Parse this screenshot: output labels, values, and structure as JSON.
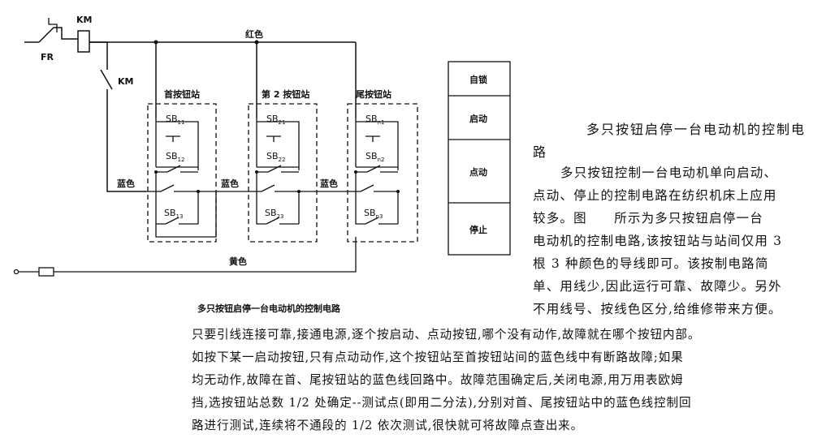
{
  "diagram": {
    "labels": {
      "fr": "FR",
      "km_coil": "KM",
      "km_contact": "KM",
      "red_wire": "红色",
      "blue_wire_left": "蓝色",
      "blue_wire_mid1": "蓝色",
      "blue_wire_mid2": "蓝色",
      "yellow_wire": "黄色"
    },
    "stations": [
      {
        "title": "首按钮站",
        "sb1": "SB",
        "sb1_sub": "11",
        "sb2": "SB",
        "sb2_sub": "12",
        "sb3": "SB",
        "sb3_sub": "13"
      },
      {
        "title": "第 2 按钮站",
        "sb1": "SB",
        "sb1_sub": "21",
        "sb2": "SB",
        "sb2_sub": "22",
        "sb3": "SB",
        "sb3_sub": "23"
      },
      {
        "title": "尾按钮站",
        "sb1": "SB",
        "sb1_sub": "n1",
        "sb2": "SB",
        "sb2_sub": "n2",
        "sb3": "SB",
        "sb3_sub": "n3"
      }
    ],
    "caption": "多只按钮启停一台电动机的控制电路"
  },
  "legend_box": [
    "自锁",
    "启动",
    "点动",
    "停止"
  ],
  "article": {
    "title_line1": "多只按钮启停一台电动机的控制电",
    "title_line2": "路",
    "narrow_lines": [
      "多只按钮控制一台电动机单向启动、",
      "点动、停止的控制电路在纺织机床上应用",
      "较多。图　　所示为多只按钮启停一台",
      "电动机的控制电路,该按钮站与站间仅用 3",
      "根 3 种颜色的导线即可。该按制电路简",
      "单、用线少,因此运行可靠、故障少。另外",
      "不用线号、按线色区分,给维修带来方便。"
    ],
    "wide_lines": [
      "只要引线连接可靠,接通电源,逐个按启动、点动按钮,哪个没有动作,故障就在哪个按钮内部。",
      "如按下某一启动按钮,只有点动动作,这个按钮站至首按钮站间的蓝色线中有断路故障;如果",
      "均无动作,故障在首、尾按钮站的蓝色线回路中。故障范围确定后,关闭电源,用万用表欧姆",
      "挡,选按钮站总数 1/2 处确定--测试点(即用二分法),分别对首、尾按钮站中的蓝色线控制回",
      "路进行测试,连续将不通段的 1/2 依次测试,很快就可将故障点查出来。"
    ]
  }
}
